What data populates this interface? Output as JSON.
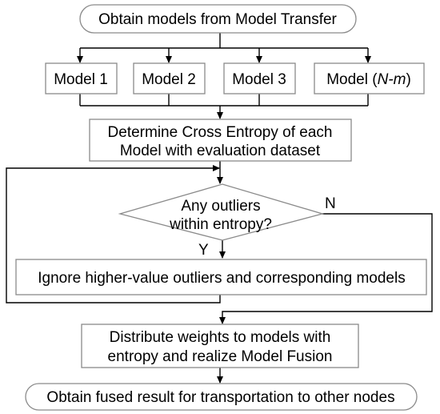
{
  "start": {
    "label": "Obtain models from Model Transfer"
  },
  "models": [
    {
      "label": "Model 1"
    },
    {
      "label": "Model 2"
    },
    {
      "label": "Model 3"
    },
    {
      "prefix": "Model (",
      "italic": "N-m",
      "suffix": ")"
    }
  ],
  "cross_entropy": {
    "line1": "Determine Cross Entropy of each",
    "line2": "Model with evaluation dataset"
  },
  "decision": {
    "line1": "Any outliers",
    "line2": "within entropy?",
    "yes_label": "Y",
    "no_label": "N"
  },
  "ignore": {
    "label": "Ignore higher-value outliers and corresponding models"
  },
  "distribute": {
    "line1": "Distribute weights to models with",
    "line2": "entropy and realize Model Fusion"
  },
  "end": {
    "label": "Obtain fused result for transportation to other nodes"
  }
}
